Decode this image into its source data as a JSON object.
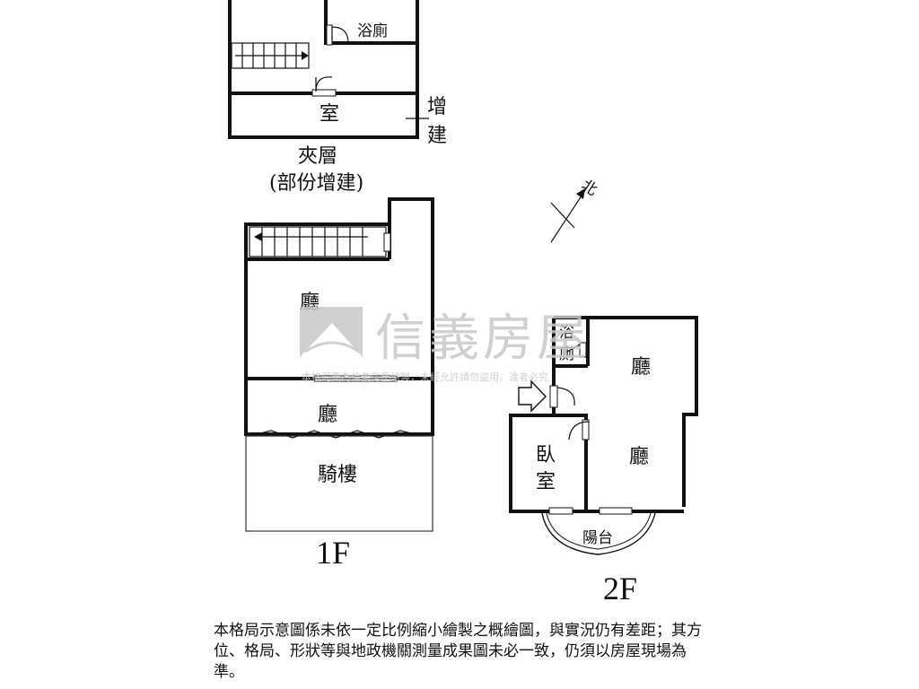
{
  "mezzanine": {
    "bath_label": "浴廁",
    "room_label": "室",
    "addition_label": "增\n建",
    "title_line1": "夾層",
    "title_line2": "(部份增建)"
  },
  "floor1": {
    "hall_upper": "廳",
    "hall_lower": "廳",
    "arcade": "騎樓",
    "floor_label": "1F"
  },
  "floor2": {
    "bath": "浴\n廁",
    "hall_top": "廳",
    "hall_bottom": "廳",
    "bedroom": "臥\n室",
    "balcony": "陽台",
    "floor_label": "2F"
  },
  "compass": {
    "north_label": "北"
  },
  "watermark": {
    "brand": "信義房屋",
    "notice": "本格局圖為信義房屋繪製，未經允許請勿盜用，違者必究"
  },
  "disclaimer": "本格局示意圖係未依一定比例縮小繪製之概繪圖，與實況仍有差距；其方位、格局、形狀等與地政機關測量成果圖未必一致，仍須以房屋現場為準。",
  "colors": {
    "wall": "#111111",
    "watermark": "#c8c8c8"
  }
}
